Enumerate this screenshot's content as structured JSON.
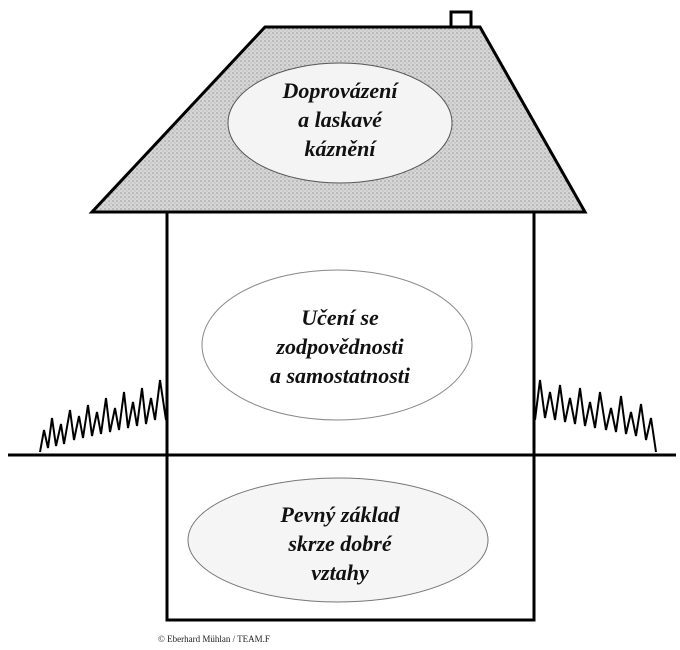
{
  "roof": {
    "lines": [
      "Doprovázení",
      "a laskavé",
      "kázně­ní"
    ]
  },
  "middle": {
    "lines": [
      "Učení se",
      "zodpovědnosti",
      "a samostatnosti"
    ]
  },
  "base": {
    "lines": [
      "Pevný základ",
      "skrze dobré",
      "vztahy"
    ]
  },
  "copyright": "© Eberhard Mühlan / TEAM.F",
  "colors": {
    "roof_fill": "#c9c9c9",
    "line": "#000000",
    "ellipse_fill": "#f3f3f3"
  }
}
